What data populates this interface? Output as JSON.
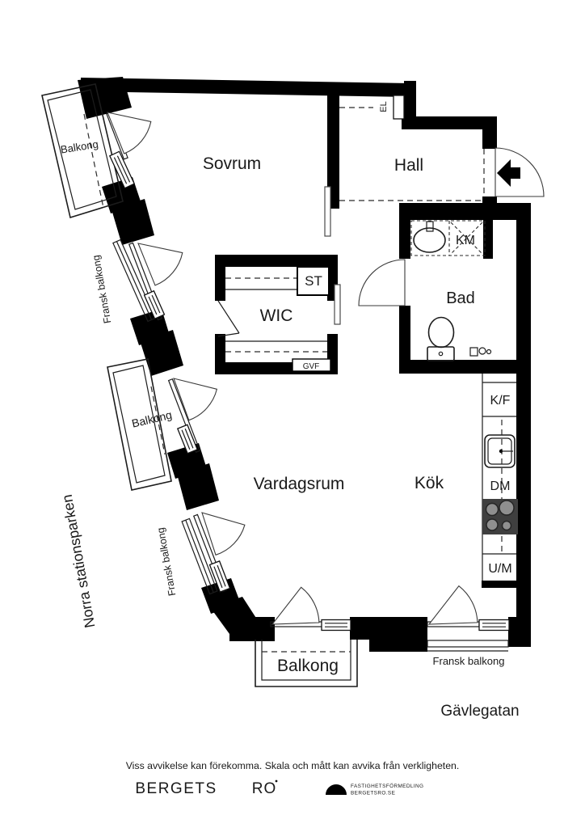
{
  "plan": {
    "rooms": {
      "sovrum": "Sovrum",
      "hall": "Hall",
      "wic": "WIC",
      "bad": "Bad",
      "vardagsrum": "Vardagsrum",
      "kok": "Kök"
    },
    "fixtures": {
      "el": "EL",
      "km": "KM",
      "st": "ST",
      "gvf": "GVF",
      "kf": "K/F",
      "dm": "DM",
      "um": "U/M"
    },
    "outdoor": {
      "balkong_top": "Balkong",
      "fransk_upper": "Fransk balkong",
      "balkong_mid": "Balkong",
      "fransk_lower": "Fransk balkong",
      "balkong_bottom": "Balkong",
      "fransk_bottom": "Fransk balkong"
    },
    "streets": {
      "left": "Norra stationsparken",
      "bottom": "Gävlegatan"
    }
  },
  "footer": {
    "disclaimer": "Viss avvikelse kan förekomma. Skala och mått kan avvika från verkligheten.",
    "brand_first": "BERGETS",
    "brand_second": "RO",
    "logo_caption_line1": "FASTIGHETSFÖRMEDLING",
    "logo_caption_line2": "BERGETSRO.SE"
  },
  "colors": {
    "wall": "#000000",
    "line": "#1c1c1c",
    "stove_fill": "#3f3f3f",
    "burner_fill": "#8f8f8f"
  }
}
